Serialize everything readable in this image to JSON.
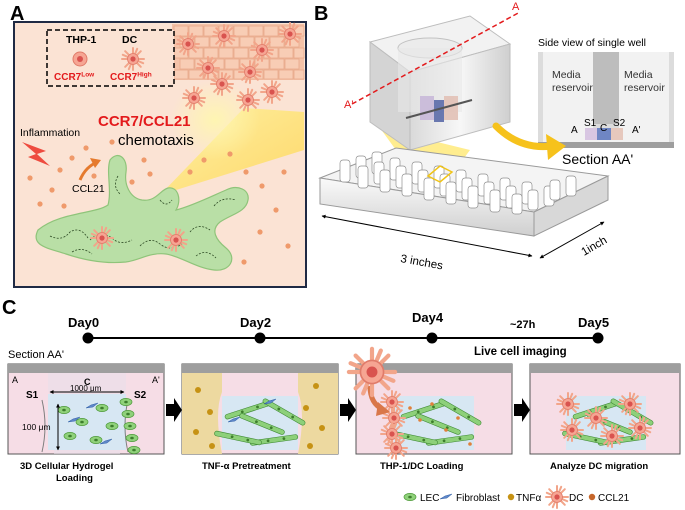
{
  "panel_a": {
    "letter": "A",
    "thp1": "THP-1",
    "dc": "DC",
    "ccr7_low": "CCR7",
    "ccr7_low_sup": "Low",
    "ccr7_high": "CCR7",
    "ccr7_high_sup": "High",
    "axis_title": "CCR7/CCL21",
    "axis_sub": "chemotaxis",
    "inflammation": "Inflammation",
    "ccl21": "CCL21"
  },
  "panel_b": {
    "letter": "B",
    "label_a": "A",
    "label_a_prime": "A'",
    "side_view_title": "Side view of single well",
    "media_reservoir_left": "Media reservoir",
    "media_reservoir_right": "Media reservoir",
    "well_a": "A",
    "well_s1": "S1",
    "well_c": "C",
    "well_s2": "S2",
    "well_a_prime": "A'",
    "section": "Section AA'",
    "dim_width": "3 inches",
    "dim_depth": "1inch"
  },
  "panel_c": {
    "letter": "C",
    "timeline": [
      {
        "label": "Day0"
      },
      {
        "label": "Day2"
      },
      {
        "label": "Day4"
      },
      {
        "label": "Day5"
      }
    ],
    "duration": "~27h",
    "live_imaging": "Live cell imaging",
    "section_label": "Section AA'",
    "box1_a": "A",
    "box1_a_prime": "A'",
    "s1": "S1",
    "c": "C",
    "s2": "S2",
    "dim_1000": "1000 μm",
    "dim_100": "100 μm",
    "steps": [
      {
        "label": "3D Cellular Hydrogel Loading"
      },
      {
        "label": "TNF-α Pretreatment"
      },
      {
        "label": "THP-1/DC Loading"
      },
      {
        "label": "Analyze DC migration"
      }
    ],
    "legend": [
      {
        "label": "LEC"
      },
      {
        "label": "Fibroblast"
      },
      {
        "label": "TNFα"
      },
      {
        "label": "DC"
      },
      {
        "label": "CCL21"
      }
    ]
  },
  "colors": {
    "tissue_bg": "#fbe3d4",
    "lymphatic": "#b9dfa6",
    "ccr7_red": "#e31a1c",
    "tnf_gold": "#c69214",
    "ccl21_orange": "#e0803a",
    "reservoir": "#f2e3eb",
    "hydrogel": "#d7e7f3"
  }
}
